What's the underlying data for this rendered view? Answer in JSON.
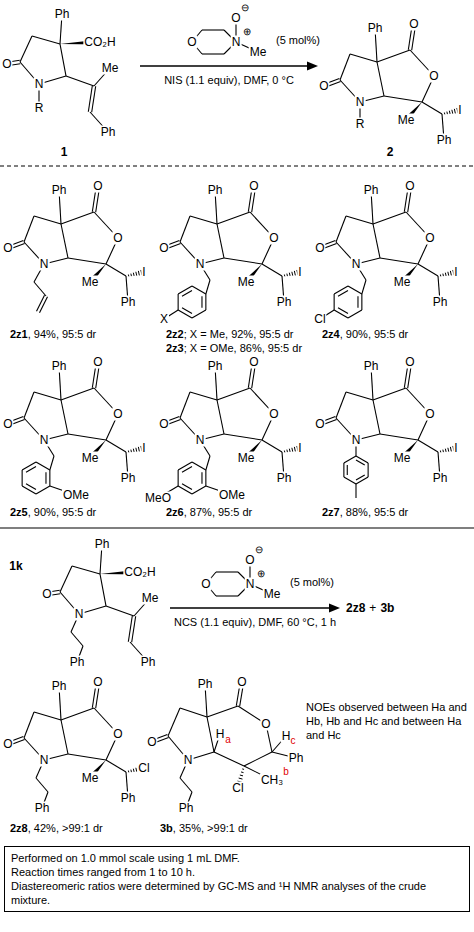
{
  "diagram": {
    "nodes": [
      {
        "text": [
          "Performed on 1.0 mmol scale using 1 mL DMF.",
          "Reaction times ranged from 1 to 10 h.",
          "Diastereomeric ratios were determined by GC-MS and ¹H NMR analyses of the crude mixture."
        ]
      }
    ],
    "labels": [
      "Ph",
      "CO₂H",
      "O",
      "N",
      "Me",
      "Ph",
      "R",
      "1",
      "O",
      "N",
      "O",
      "⊖",
      "⊕",
      "Me",
      "(5 mol%)",
      "NIS (1.1 equiv), DMF, 0 °C",
      "Ph",
      "O",
      "O",
      "N",
      "O",
      "Me",
      "I",
      "Ph",
      "R",
      "2",
      "Ph",
      "O",
      "O",
      "N",
      "O",
      "Me",
      "I",
      "Ph",
      "2z1",
      ", 94%, 95:5 dr",
      "Ph",
      "O",
      "O",
      "N",
      "O",
      "Me",
      "I",
      "Ph",
      "X",
      "2z2",
      "; X = Me, 92%, 95:5 dr",
      "2z3",
      "; X = OMe, 86%, 95:5 dr",
      "Ph",
      "O",
      "O",
      "N",
      "O",
      "Me",
      "I",
      "Ph",
      "Cl",
      "2z4",
      ", 90%, 95:5 dr",
      "Ph",
      "O",
      "O",
      "N",
      "O",
      "Me",
      "I",
      "Ph",
      "OMe",
      "2z5",
      ", 90%, 95:5 dr",
      "Ph",
      "O",
      "O",
      "N",
      "O",
      "Me",
      "I",
      "Ph",
      "MeO",
      "OMe",
      "2z6",
      ", 87%, 95:5 dr",
      "Ph",
      "O",
      "O",
      "N",
      "O",
      "Me",
      "I",
      "Ph",
      "2z7",
      ", 88%, 95:5 dr",
      "1k",
      "Ph",
      "CO₂H",
      "O",
      "N",
      "Me",
      "Ph",
      "Ph",
      "O",
      "N",
      "O",
      "⊖",
      "⊕",
      "Me",
      "(5 mol%)",
      "NCS (1.1 equiv), DMF, 60 °C, 1 h",
      "2z8",
      "+",
      "3b",
      "Ph",
      "O",
      "O",
      "N",
      "O",
      "Me",
      "Cl",
      "Ph",
      "Ph",
      "2z8",
      ", 42%, >99:1 dr",
      "Ph",
      "O",
      "O",
      "N",
      "O",
      "H",
      "c",
      "Ph",
      "H",
      "a",
      "CH₃",
      "b",
      "Cl",
      "Ph",
      "3b",
      ", 35%, >99:1 dr",
      "NOEs observed between Ha and Hb, Hb and Hc and between Ha and Hc"
    ]
  }
}
